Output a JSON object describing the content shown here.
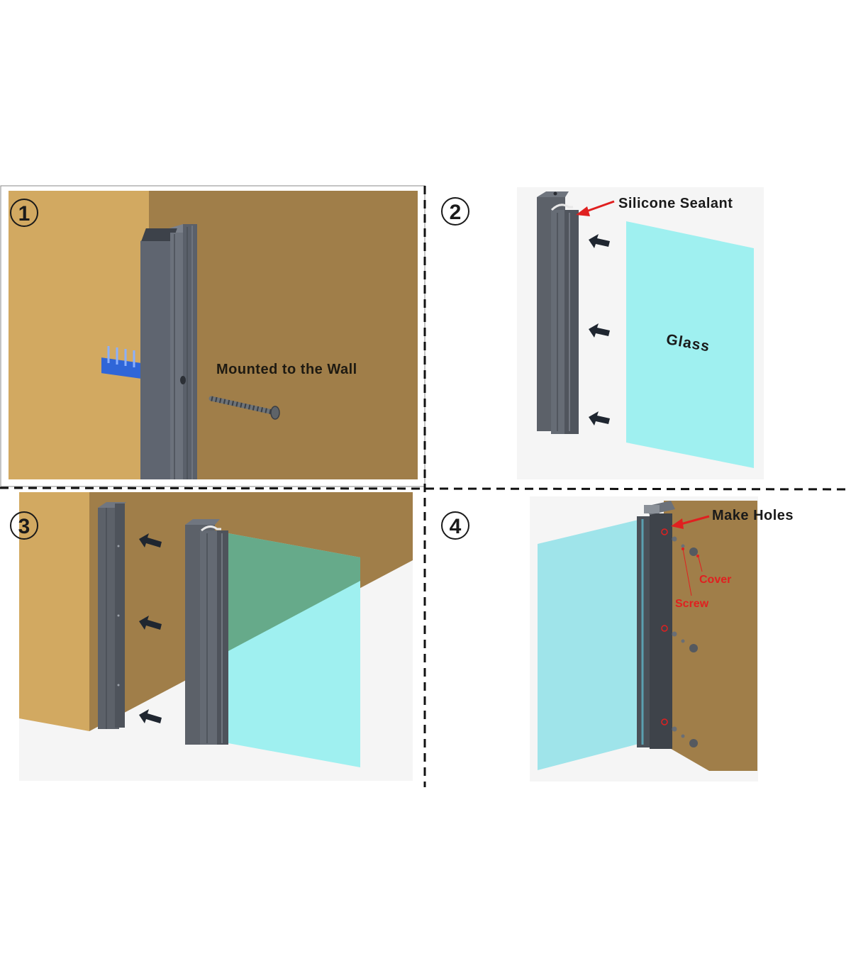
{
  "steps": {
    "step1": {
      "number": "①",
      "label": "Mounted to the Wall"
    },
    "step2": {
      "number": "②",
      "sealant_label": "Silicone Sealant",
      "glass_label": "Glass"
    },
    "step3": {
      "number": "③"
    },
    "step4": {
      "number": "④",
      "holes_label": "Make Holes",
      "cover_label": "Cover",
      "screw_label": "Screw"
    }
  },
  "colors": {
    "wall_light": "#d2a961",
    "wall_dark": "#a07e49",
    "channel": "#5f6570",
    "glass": "#9ff0f0",
    "glass_overlap": "#66aa8a",
    "annotation_red": "#e02020",
    "arrow": "#1f2630"
  }
}
